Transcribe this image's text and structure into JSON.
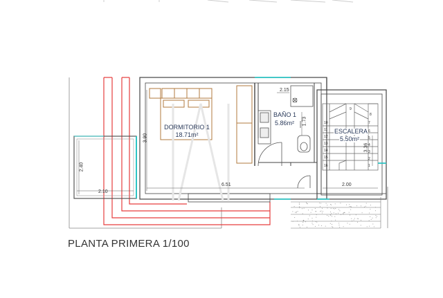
{
  "plan": {
    "title": "PLANTA PRIMERA 1/100",
    "colors": {
      "wall": "#444444",
      "furniture": "#b07a3e",
      "glass": "#2ec4c4",
      "outline": "#e63c3c"
    },
    "rooms": {
      "dormitorio": {
        "name": "DORMITORIO 1",
        "area": "18.71m²"
      },
      "bano": {
        "name": "BAÑO 1",
        "area": "5.86m²"
      },
      "escalera": {
        "name": "ESCALERA",
        "area": "5.50m²"
      }
    },
    "dimensions": {
      "bath_width": "2.15",
      "bath_height": "1.73",
      "bedroom_height": "3.90",
      "stair_height": "3.36",
      "terrace_height": "2.40",
      "terrace_width": "2.10",
      "bedroom_width": "6.51",
      "landing_width": "2.00"
    },
    "stair_steps": [
      "1",
      "2",
      "3",
      "4",
      "5",
      "6",
      "7",
      "8",
      "9",
      "10",
      "11",
      "12",
      "13",
      "14",
      "15",
      "16"
    ]
  }
}
